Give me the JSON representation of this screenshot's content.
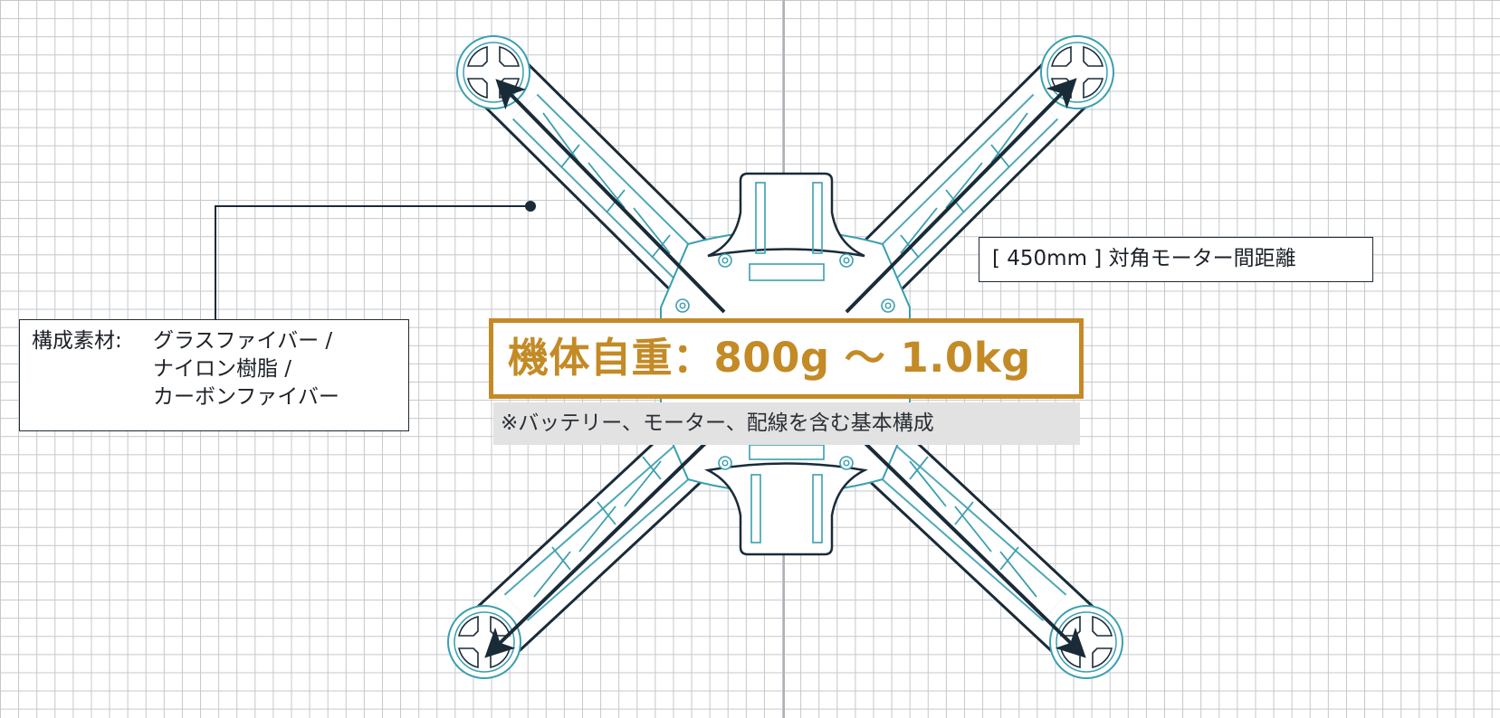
{
  "diagram": {
    "subject": "quadcopter-frame-top-view",
    "colors": {
      "outline": "#1a2b38",
      "detail": "#3a9fb0",
      "accent_gold": "#c48a25",
      "grid": "#c4c7cb",
      "note_bg": "#e2e2e2"
    }
  },
  "labels": {
    "material": {
      "title": "構成素材:",
      "items": [
        "グラスファイバー /",
        "ナイロン樹脂 /",
        "カーボンファイバー"
      ]
    },
    "dimension": "[ 450mm ] 対角モーター間距離",
    "weight": "機体自重：800g 〜 1.0kg",
    "note": "※バッテリー、モーター、配線を含む基本構成"
  }
}
